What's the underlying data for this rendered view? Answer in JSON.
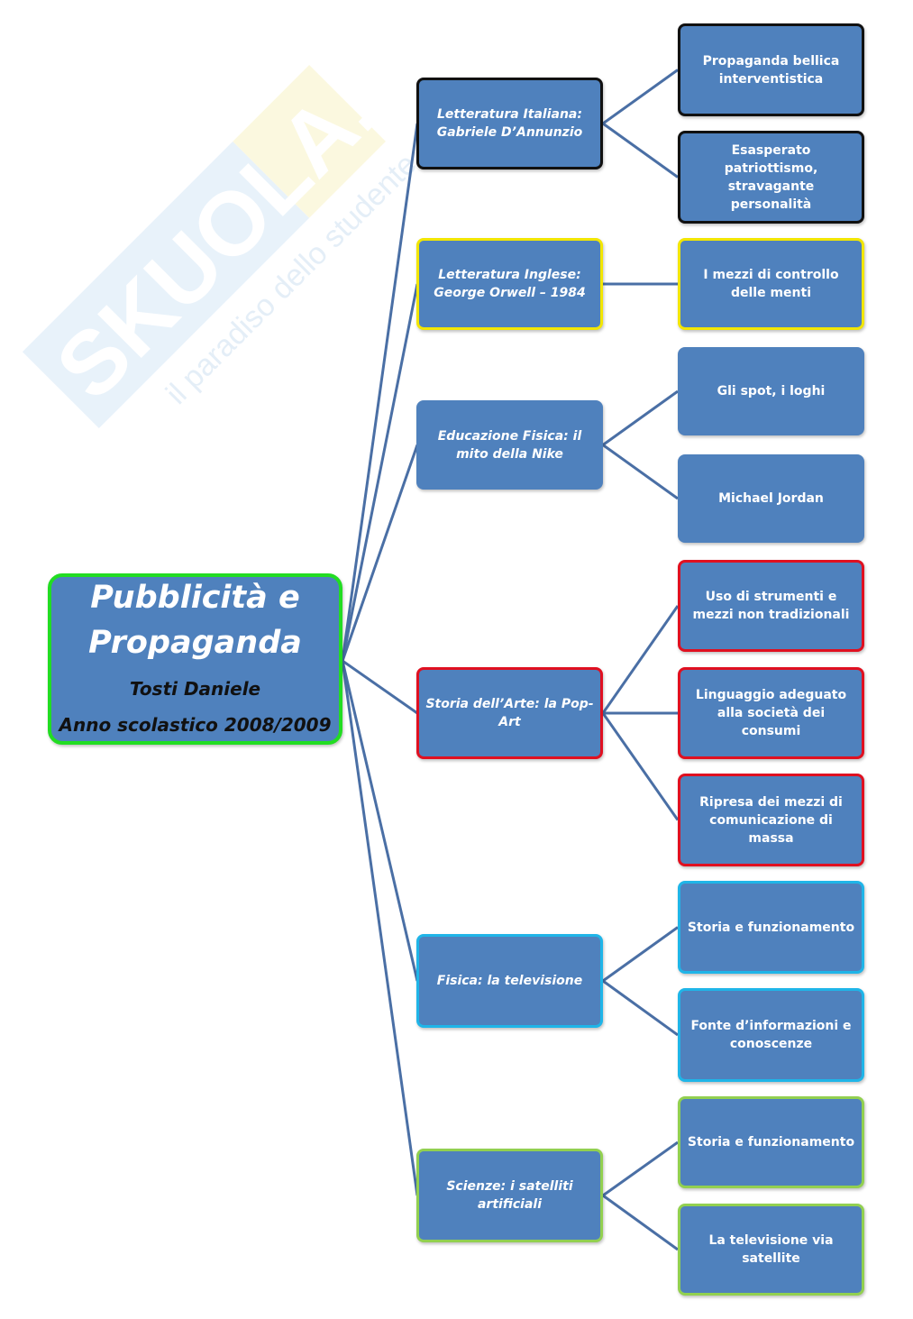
{
  "watermark": {
    "brand": "SKUOLA.net",
    "tagline": "il paradiso dello studente"
  },
  "root": {
    "title_line1": "Pubblicità e",
    "title_line2": "Propaganda",
    "author": "Tosti Daniele",
    "year": "Anno scolastico 2008/2009",
    "border_color": "#22dd22"
  },
  "colors": {
    "fill": "#4f81bd",
    "line": "#4a6fa5"
  },
  "branches": [
    {
      "label": "Letteratura Italiana: Gabriele D’Annunzio",
      "border_color": "#111111",
      "children": [
        {
          "label": "Propaganda bellica interventistica"
        },
        {
          "label": "Esasperato patriottismo, stravagante personalità"
        }
      ]
    },
    {
      "label": "Letteratura Inglese: George Orwell – 1984",
      "border_color": "#f2e600",
      "children": [
        {
          "label": "I mezzi di controllo delle menti"
        }
      ]
    },
    {
      "label": "Educazione Fisica: il mito della Nike",
      "border_color": "",
      "children": [
        {
          "label": "Gli spot, i loghi"
        },
        {
          "label": "Michael Jordan"
        }
      ]
    },
    {
      "label": "Storia dell’Arte: la Pop-Art",
      "border_color": "#e01020",
      "children": [
        {
          "label": "Uso di strumenti e mezzi non tradizionali"
        },
        {
          "label": "Linguaggio adeguato alla società dei consumi"
        },
        {
          "label": "Ripresa dei mezzi di comunicazione di massa"
        }
      ]
    },
    {
      "label": "Fisica: la televisione",
      "border_color": "#1fb5e8",
      "children": [
        {
          "label": "Storia e funzionamento"
        },
        {
          "label": "Fonte d’informazioni e conoscenze"
        }
      ]
    },
    {
      "label": "Scienze: i satelliti artificiali",
      "border_color": "#92d050",
      "children": [
        {
          "label": "Storia e funzionamento"
        },
        {
          "label": "La televisione via satellite"
        }
      ]
    }
  ]
}
